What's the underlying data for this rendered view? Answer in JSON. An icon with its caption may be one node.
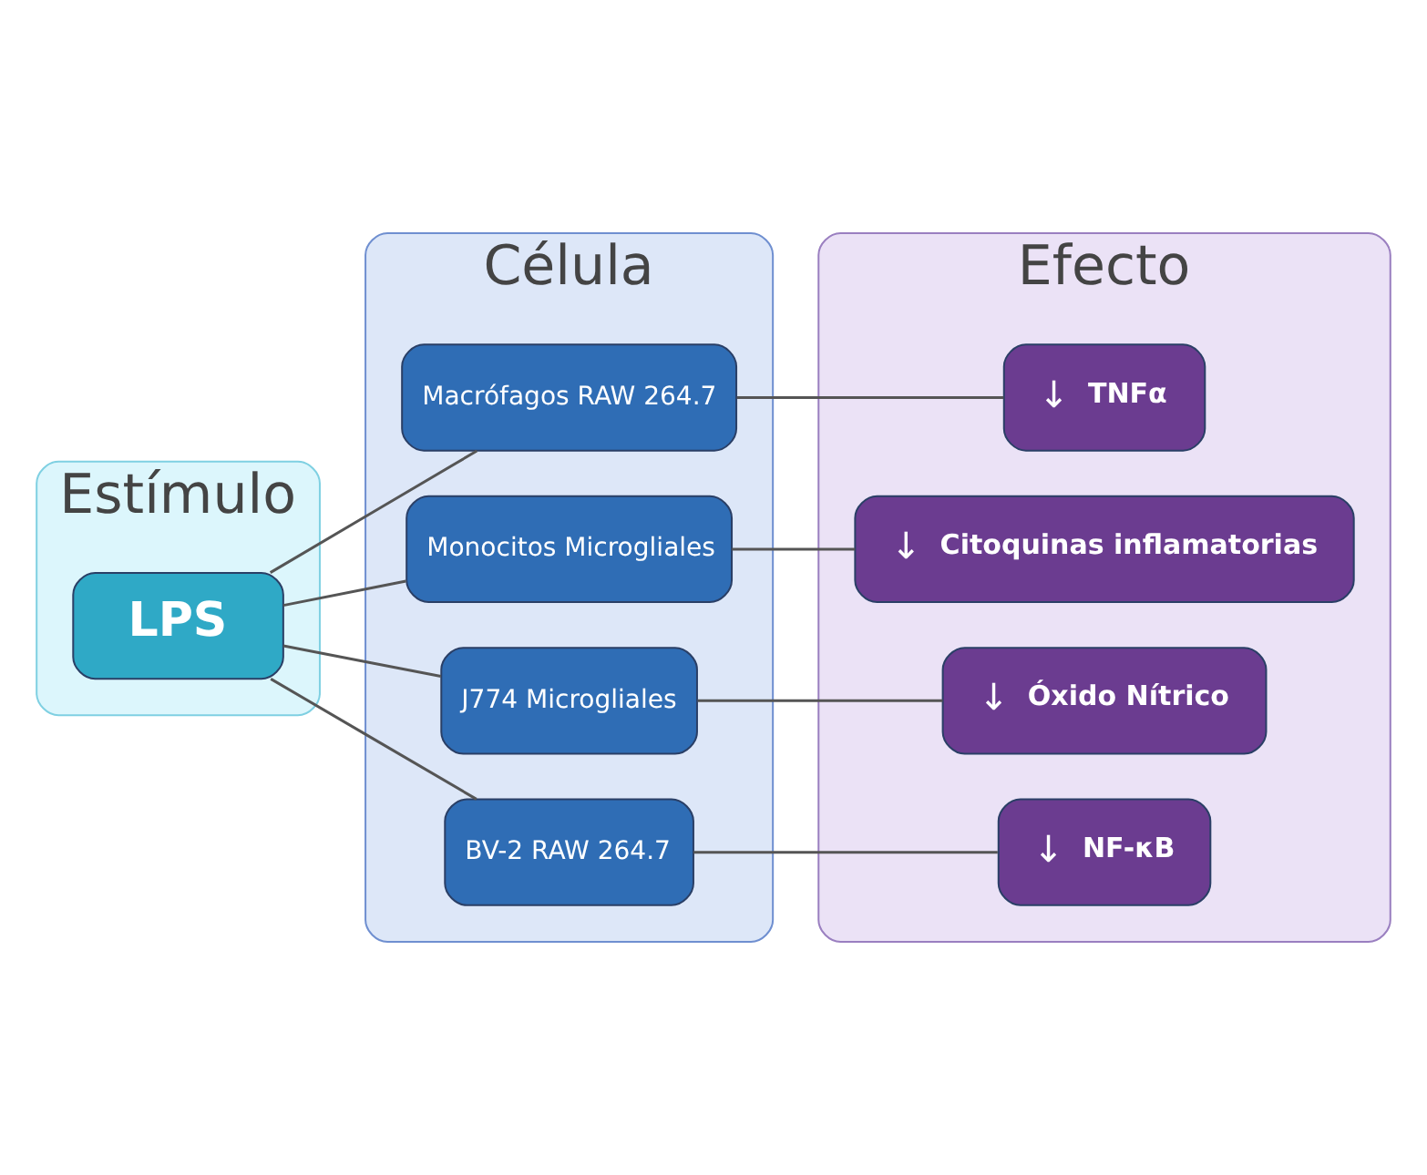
{
  "diagram": {
    "nodes": [
      {
        "text": [
          "Estímulo"
        ]
      },
      {
        "text": [
          "LPS"
        ],
        "in": 0
      },
      {
        "text": [
          "Célula"
        ]
      },
      {
        "text": [
          "Macrófagos RAW 264.7"
        ],
        "in": 2
      },
      {
        "text": [
          "Monocitos Microgliales"
        ],
        "in": 2
      },
      {
        "text": [
          "J774 Microgliales"
        ],
        "in": 2
      },
      {
        "text": [
          "BV-2 RAW 264.7"
        ],
        "in": 2
      },
      {
        "text": [
          "Efecto"
        ]
      },
      {
        "text": [
          "↓",
          "TNFα"
        ],
        "in": 7
      },
      {
        "text": [
          "↓",
          "Citoquinas inflamatorias"
        ],
        "in": 7
      },
      {
        "text": [
          "↓",
          "Óxido Nítrico"
        ],
        "in": 7
      },
      {
        "text": [
          "↓",
          "NF-κB"
        ],
        "in": 7
      }
    ],
    "edges": [
      {
        "from": 1,
        "to": 3,
        "arrow": "none"
      },
      {
        "from": 1,
        "to": 4,
        "arrow": "none"
      },
      {
        "from": 1,
        "to": 5,
        "arrow": "none"
      },
      {
        "from": 1,
        "to": 6,
        "arrow": "none"
      },
      {
        "from": 3,
        "to": 8,
        "arrow": "none"
      },
      {
        "from": 4,
        "to": 9,
        "arrow": "none"
      },
      {
        "from": 5,
        "to": 10,
        "arrow": "none"
      },
      {
        "from": 6,
        "to": 11,
        "arrow": "none"
      }
    ]
  }
}
